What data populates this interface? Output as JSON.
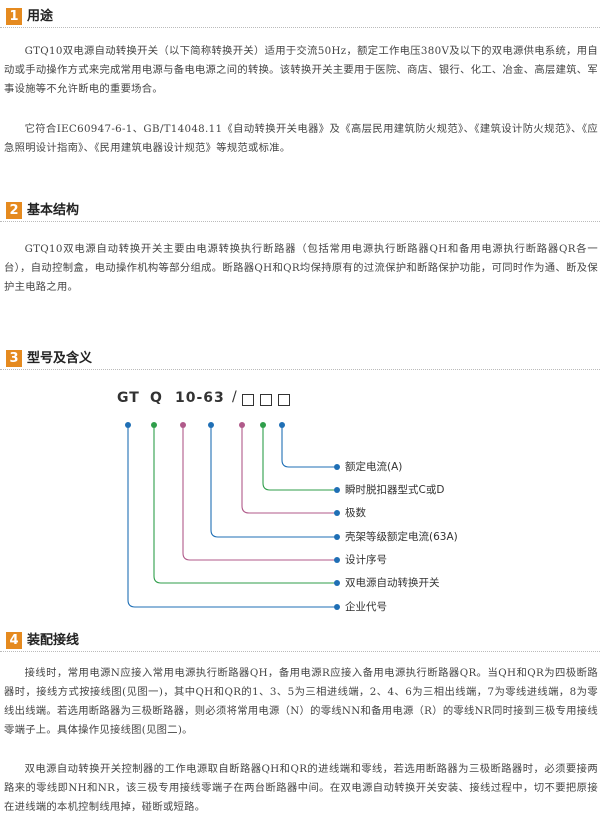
{
  "colors": {
    "section_accent": "#e58a1f",
    "blue": "#1f6fb5",
    "green": "#2f9e4a",
    "pink": "#b05a8a",
    "purple": "#8a6bbd"
  },
  "sections": [
    {
      "number": "1",
      "title": "用途",
      "paragraphs": [
        "GTQ10双电源自动转换开关（以下简称转换开关）适用于交流50Hz，额定工作电压380V及以下的双电源供电系统，用自动或手动操作方式来完成常用电源与备电电源之间的转换。该转换开关主要用于医院、商店、银行、化工、冶金、高层建筑、军事设施等不允许断电的重要场合。",
        "它符合IEC60947-6-1、GB/T14048.11《自动转换开关电器》及《高层民用建筑防火规范》、《建筑设计防火规范》、《应急照明设计指南》、《民用建筑电器设计规范》等规范或标准。"
      ]
    },
    {
      "number": "2",
      "title": "基本结构",
      "paragraphs": [
        "GTQ10双电源自动转换开关主要由电源转换执行断路器（包括常用电源执行断路器QH和备用电源执行断路器QR各一台），自动控制盒，电动操作机构等部分组成。断路器QH和QR均保持原有的过流保护和断路保护功能，可同时作为通、断及保护主电路之用。"
      ]
    },
    {
      "number": "3",
      "title": "型号及含义",
      "model": {
        "parts": [
          "GT",
          "Q",
          "10-63",
          "/"
        ],
        "legend": [
          {
            "label": "额定电流(A)",
            "color": "blue"
          },
          {
            "label": "瞬时脱扣器型式C或D",
            "color": "green"
          },
          {
            "label": "极数",
            "color": "pink"
          },
          {
            "label": "壳架等级额定电流(63A)",
            "color": "blue"
          },
          {
            "label": "设计序号",
            "color": "pink"
          },
          {
            "label": "双电源自动转换开关",
            "color": "green"
          },
          {
            "label": "企业代号",
            "color": "blue"
          }
        ]
      }
    },
    {
      "number": "4",
      "title": "装配接线",
      "paragraphs": [
        "接线时，常用电源N应接入常用电源执行断路器QH，备用电源R应接入备用电源执行断路器QR。当QH和QR为四极断路器时，接线方式按接线图(见图一)，其中QH和QR的1、3、5为三相进线端，2、4、6为三相出线端，7为零线进线端，8为零线出线端。若选用断路器为三极断路器，则必须将常用电源（N）的零线NN和备用电源（R）的零线NR同时接到三极专用接线零端子上。具体操作见接线图(见图二)。",
        "双电源自动转换开关控制器的工作电源取自断路器QH和QR的进线端和零线，若选用断路器为三极断路器时，必须要接两路来的零线即NH和NR，该三极专用接线零端子在两台断路器中间。在双电源自动转换开关安装、接线过程中，切不要把原接在进线端的本机控制线甩掉，碰断或短路。"
      ]
    }
  ]
}
